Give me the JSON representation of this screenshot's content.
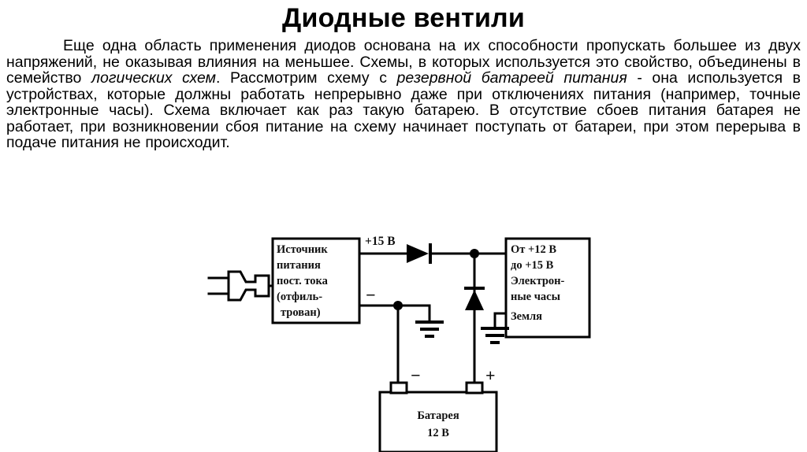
{
  "slide": {
    "title": "Диодные вентили",
    "paragraph": {
      "segments": [
        {
          "text": "Еще одна область применения диодов основана на их способности пропускать большее из двух напряжений, не оказывая влияния на меньшее. Схемы, в которых используется это свойство, объединены в семейство ",
          "style": "normal"
        },
        {
          "text": "логических схем",
          "style": "italic"
        },
        {
          "text": ". Рассмотрим схему с ",
          "style": "normal"
        },
        {
          "text": "резервной батареей питания",
          "style": "italic"
        },
        {
          "text": " - она используется в устройствах, которые должны работать непрерывно даже при отключениях питания (например, точные электронные часы). Схема включает как раз такую батарею. В отсутствие сбоев питания батарея не работает, при возникновении сбоя питание на схему начинает поступать от батареи, при этом перерыва в подаче питания не происходит.",
          "style": "normal"
        }
      ]
    }
  },
  "circuit": {
    "power_supply_block": {
      "lines": [
        "Источник",
        "питания",
        "пост. тока",
        "(отфиль-",
        "трован)"
      ]
    },
    "clock_block": {
      "lines": [
        "От +12 В",
        "до +15 В",
        "Электрон-",
        "ные часы"
      ],
      "ground_label": "Земля"
    },
    "battery_block": {
      "lines": [
        "Батарея",
        "12 В"
      ],
      "minus_terminal": "−",
      "plus_terminal": "+"
    },
    "labels": {
      "supply_positive": "+15 В",
      "supply_negative": "−"
    },
    "icons": {
      "plug": "ac-plug-icon",
      "diode_series": "diode-series-icon",
      "diode_battery": "diode-battery-icon",
      "ground_supply": "ground-symbol-icon",
      "ground_clock": "ground-symbol-icon"
    },
    "colors": {
      "line": "#000000",
      "background": "#ffffff"
    }
  }
}
